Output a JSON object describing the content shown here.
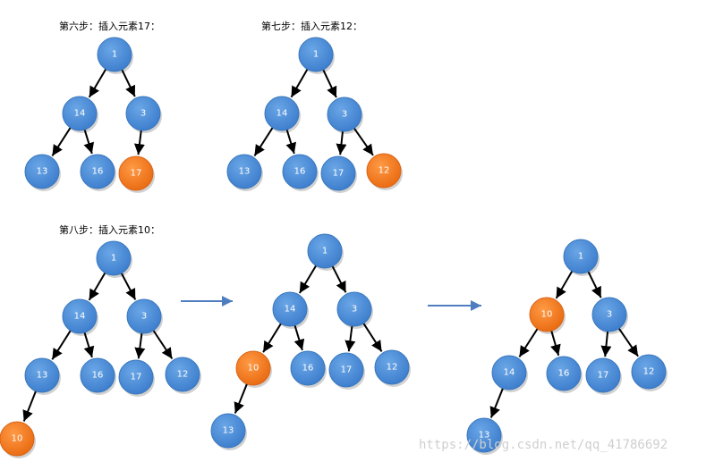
{
  "colors": {
    "normal_node": "#4a8fd6",
    "normal_node_edge": "#3a78bd",
    "inserted_node": "#f07a1e",
    "inserted_node_edge": "#d9651a",
    "edge": "#000000",
    "transition_arrow": "#4f7ec0"
  },
  "step6": {
    "title": "第六步：插入元素17：",
    "nodes": [
      "1",
      "14",
      "3",
      "13",
      "16",
      "17"
    ]
  },
  "step7": {
    "title": "第七步：插入元素12：",
    "nodes": [
      "1",
      "14",
      "3",
      "13",
      "16",
      "17",
      "12"
    ]
  },
  "step8": {
    "title": "第八步：插入元素10：",
    "tree_a": [
      "1",
      "14",
      "3",
      "13",
      "16",
      "17",
      "12",
      "10"
    ],
    "tree_b": [
      "1",
      "14",
      "3",
      "10",
      "16",
      "17",
      "12",
      "13"
    ],
    "tree_c": [
      "1",
      "10",
      "3",
      "14",
      "16",
      "17",
      "12",
      "13"
    ]
  },
  "watermark": "https://blog.csdn.net/qq_41786692"
}
